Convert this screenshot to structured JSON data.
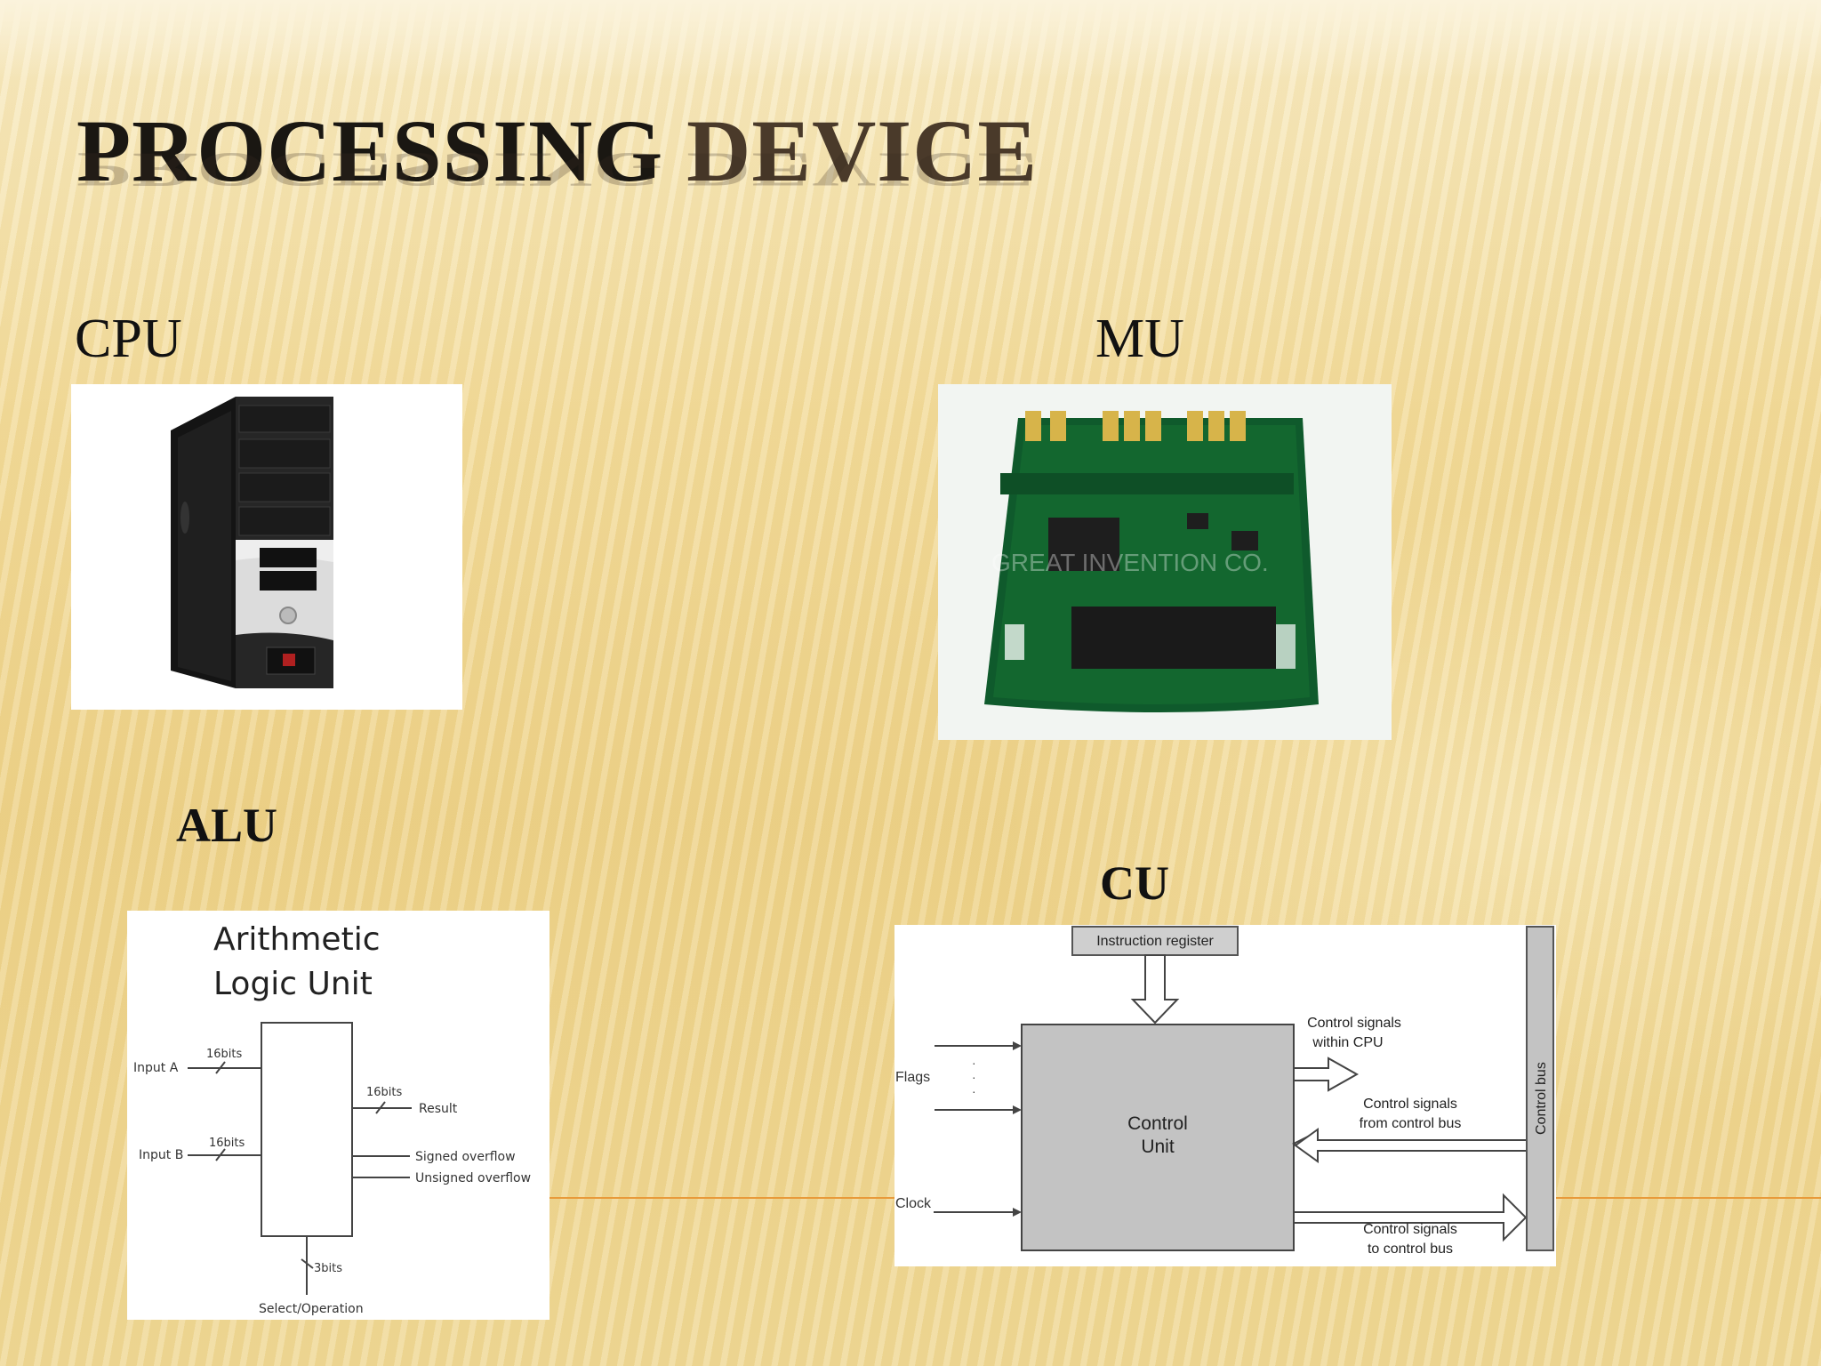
{
  "slide": {
    "title_part1": "PROCESSING",
    "title_part2": "DEVICE",
    "labels": {
      "cpu": "CPU",
      "mu": "MU",
      "alu": "ALU",
      "cu": "CU"
    }
  },
  "alu_diagram": {
    "title_line1": "Arithmetic",
    "title_line2": "Logic Unit",
    "input_a": "Input A",
    "input_b": "Input B",
    "bits_a": "16bits",
    "bits_b": "16bits",
    "bits_result": "16bits",
    "result": "Result",
    "signed_overflow": "Signed overflow",
    "unsigned_overflow": "Unsigned overflow",
    "bits_select": "3bits",
    "select": "Select/Operation"
  },
  "cu_diagram": {
    "instruction_register": "Instruction register",
    "control_unit_line1": "Control",
    "control_unit_line2": "Unit",
    "flags": "Flags",
    "clock": "Clock",
    "within_cpu_line1": "Control signals",
    "within_cpu_line2": "within CPU",
    "from_bus_line1": "Control signals",
    "from_bus_line2": "from control bus",
    "to_bus_line1": "Control signals",
    "to_bus_line2": "to  control bus",
    "control_bus": "Control bus"
  },
  "mu_image": {
    "watermark": "GREAT INVENTION CO."
  }
}
